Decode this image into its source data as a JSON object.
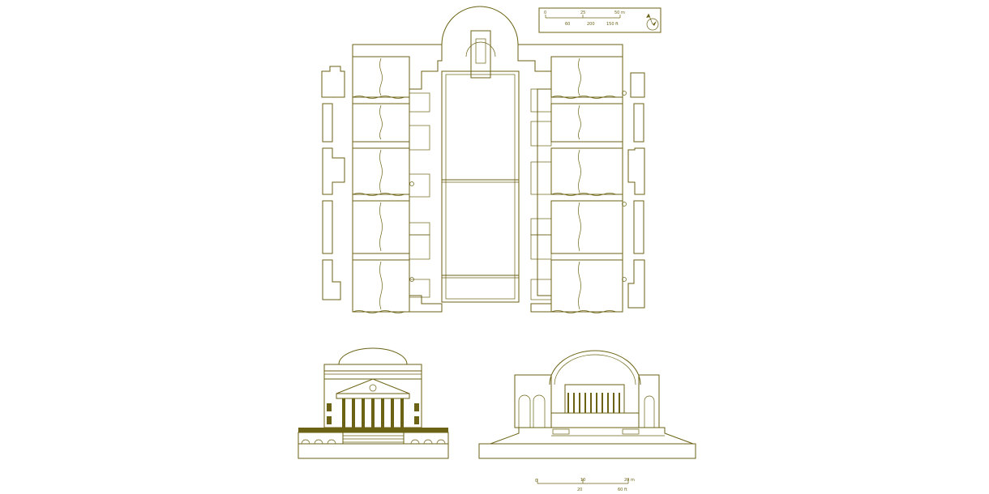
{
  "drawing": {
    "colors": {
      "line": "#6b6215",
      "background": "#ffffff"
    },
    "scale_bar_top": {
      "metric_labels": [
        "0",
        "25",
        "50 m"
      ],
      "imperial_labels": [
        "60",
        "200",
        "150 ft"
      ]
    },
    "scale_bar_bottom": {
      "metric_labels": [
        "0",
        "10",
        "20 m"
      ],
      "imperial_labels": [
        "20",
        "60 ft"
      ]
    },
    "icons": [
      "north-arrow-icon"
    ]
  }
}
